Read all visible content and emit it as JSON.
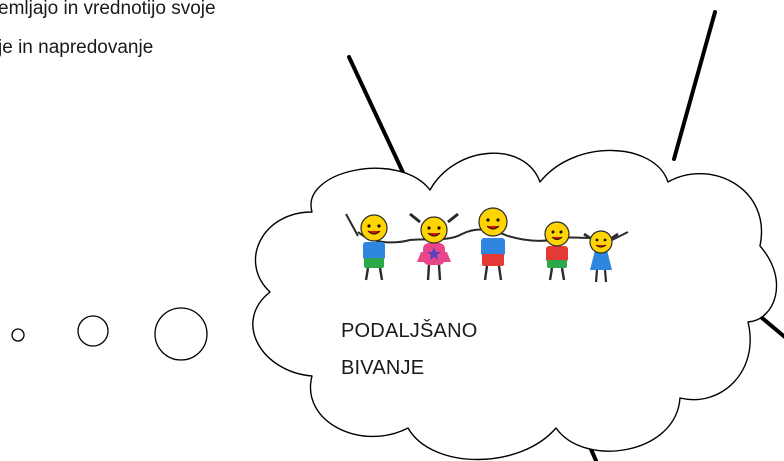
{
  "document": {
    "text_lines": [
      "emljajo in vrednotijo svoje",
      "je in napredovanje"
    ]
  },
  "thought_bubble": {
    "label_lines": [
      "PODALJŠANO",
      "BIVANJE"
    ]
  },
  "illustration": {
    "icon": "children-holding-hands-icon",
    "figures": [
      {
        "shirt": "#2e86de",
        "legs": "#2aa84a",
        "skin": "#ffd400"
      },
      {
        "shirt": "#e8458b",
        "legs": "#e8458b",
        "skin": "#ffd400",
        "star": "#5b3fbf"
      },
      {
        "shirt": "#2e86de",
        "legs": "#e53935",
        "skin": "#ffd400"
      },
      {
        "shirt": "#e53935",
        "legs": "#2aa84a",
        "skin": "#ffd400"
      },
      {
        "shirt": "#2e86de",
        "legs": "#2e86de",
        "skin": "#ffd400"
      }
    ]
  },
  "colors": {
    "ink": "#000000",
    "text": "#1a1a1a",
    "background": "#ffffff"
  }
}
